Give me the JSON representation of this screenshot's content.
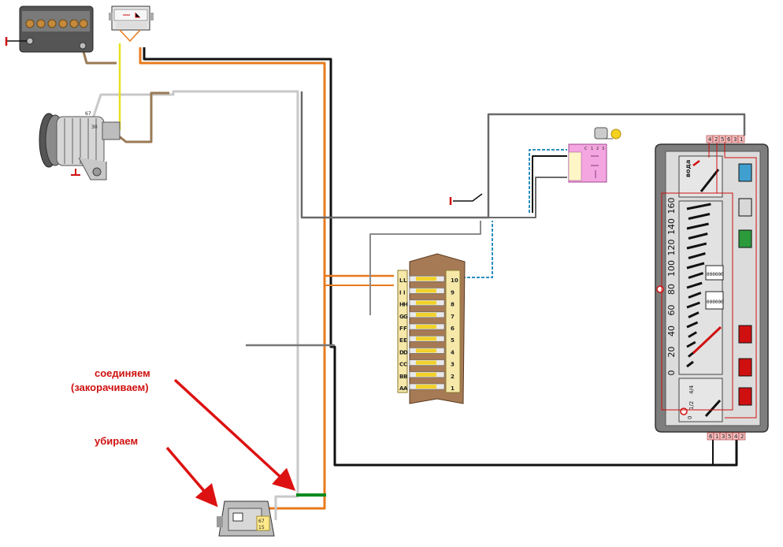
{
  "annotations": {
    "connect": "соединяем",
    "connect_note": "(закорачиваем)",
    "remove": "убираем"
  },
  "generator": {
    "terminal_67": "67",
    "terminal_30": "30"
  },
  "regulator": {
    "terminal_67": "67",
    "terminal_15": "15"
  },
  "fuse_box": {
    "left_labels": [
      "A",
      "B",
      "C",
      "D",
      "E",
      "F",
      "G",
      "H",
      "I",
      "L"
    ],
    "right_numbers": [
      "1",
      "2",
      "3",
      "4",
      "5",
      "6",
      "7",
      "8",
      "9",
      "10"
    ]
  },
  "instrument_cluster": {
    "top_connector": [
      "4",
      "2",
      "5",
      "6",
      "3",
      "1"
    ],
    "bottom_connector": [
      "6",
      "1",
      "3",
      "5",
      "4",
      "2"
    ],
    "speed_scale": [
      "0",
      "20",
      "40",
      "60",
      "80",
      "100",
      "120",
      "140",
      "160"
    ],
    "water_label": "вода",
    "odometer": "000000",
    "trip": "000000",
    "fuel_full": "4/4",
    "fuel_half": "1/2",
    "fuel_empty": "0"
  },
  "colors": {
    "black": "#111111",
    "orange": "#e87a1e",
    "gray": "#c8c8c8",
    "brown": "#9a7a55",
    "green": "#0a8a1e",
    "red_arrow": "#dd1111"
  }
}
